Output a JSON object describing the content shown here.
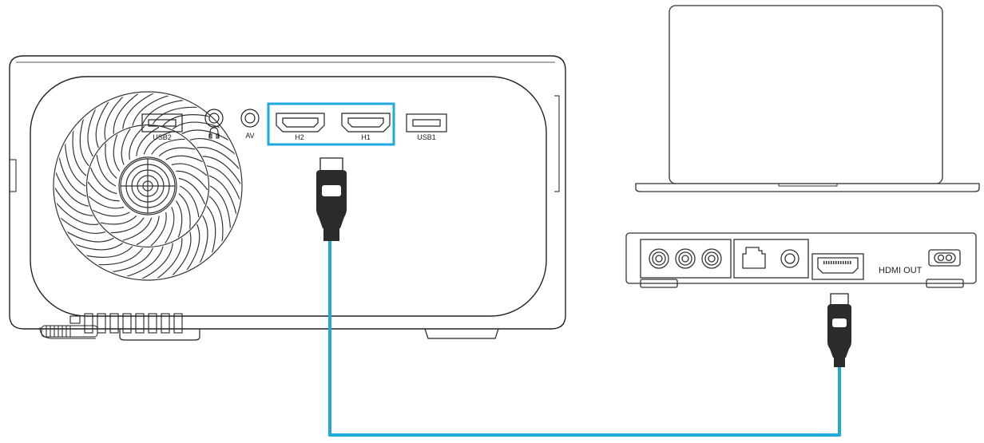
{
  "projector": {
    "ports": {
      "usb2": "USB2",
      "av": "AV",
      "h2": "H2",
      "h1": "H1",
      "usb1": "USB1"
    }
  },
  "source_box": {
    "hdmi_out": "HDMI OUT"
  },
  "colors": {
    "cable": "#1fa9dc",
    "highlight": "#1fa9dc",
    "line": "#222222",
    "connector": "#2b2b2b"
  },
  "icons": {
    "headphone": "headphone-icon",
    "ethernet": "ethernet-port-icon",
    "power": "power-socket-icon"
  }
}
